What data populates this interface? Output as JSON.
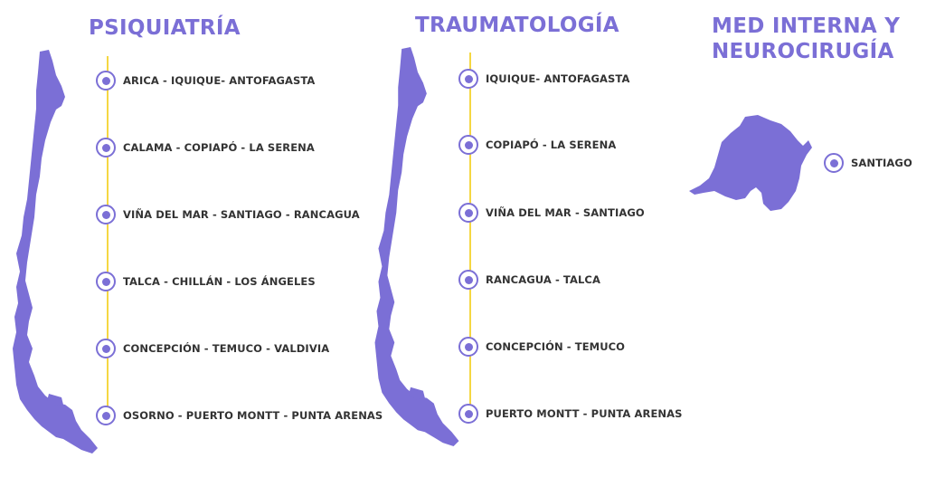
{
  "colors": {
    "accent": "#7b6fd6",
    "timeline": "#f5d742",
    "text": "#333333"
  },
  "sections": {
    "psiquiatria": {
      "title": "PSIQUIATRÍA",
      "stops": [
        "ARICA - IQUIQUE- ANTOFAGASTA",
        "CALAMA - COPIAPÓ - LA SERENA",
        "VIÑA DEL MAR - SANTIAGO - RANCAGUA",
        "TALCA - CHILLÁN - LOS ÁNGELES",
        "CONCEPCIÓN - TEMUCO - VALDIVIA",
        "OSORNO - PUERTO MONTT - PUNTA ARENAS"
      ]
    },
    "traumatologia": {
      "title": "TRAUMATOLOGÍA",
      "stops": [
        "IQUIQUE- ANTOFAGASTA",
        "COPIAPÓ - LA SERENA",
        "VIÑA DEL MAR - SANTIAGO",
        "RANCAGUA - TALCA",
        "CONCEPCIÓN - TEMUCO",
        "PUERTO MONTT - PUNTA ARENAS"
      ]
    },
    "med_interna": {
      "title_line1": "MED INTERNA Y",
      "title_line2": "NEUROCIRUGÍA",
      "stops": [
        "SANTIAGO"
      ]
    }
  },
  "icons": {
    "marker": "circle-marker-icon",
    "map_chile": "chile-map-icon",
    "map_santiago": "santiago-region-map-icon"
  }
}
